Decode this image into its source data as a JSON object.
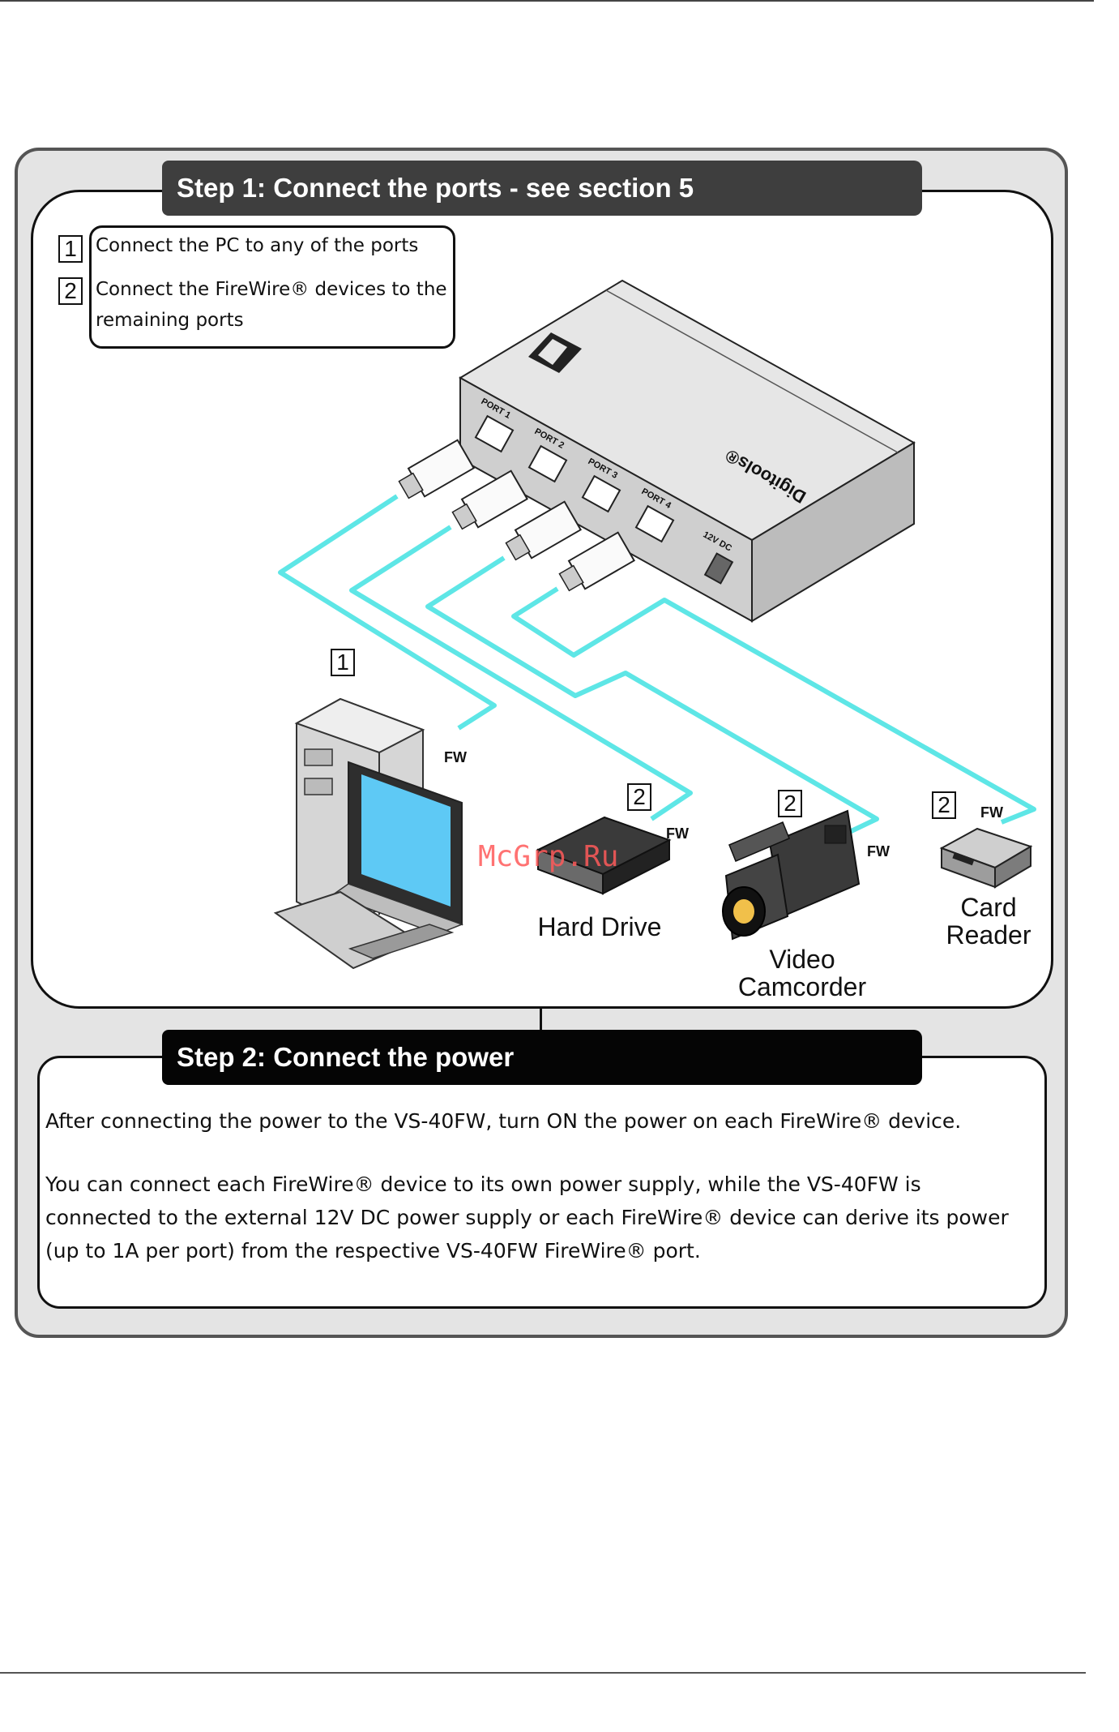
{
  "step1": {
    "title": "Step 1: Connect the ports - see section 5",
    "instructions": [
      {
        "num": "1",
        "text": "Connect the PC to any of the ports"
      },
      {
        "num": "2",
        "text_line1": "Connect the FireWire® devices to the",
        "text_line2": "remaining ports"
      }
    ]
  },
  "device": {
    "brand_text": "Digitools®",
    "ports": [
      "PORT 1",
      "PORT 2",
      "PORT 3",
      "PORT 4"
    ],
    "power_label": "12V DC"
  },
  "callouts": {
    "pc_num": "1",
    "hdd_num": "2",
    "cam_num": "2",
    "card_num": "2",
    "fw": "FW"
  },
  "labels": {
    "hard_drive": "Hard Drive",
    "video_line1": "Video",
    "video_line2": "Camcorder",
    "card_line1": "Card",
    "card_line2": "Reader"
  },
  "watermark": "McGrp.Ru",
  "step2": {
    "title": "Step 2: Connect the power",
    "para1": "After connecting the power to the VS-40FW, turn ON the power on each FireWire® device.",
    "para2_line1": "You can connect each FireWire® device to its own power supply, while the VS-40FW is",
    "para2_line2": "connected to the external 12V DC power supply or each FireWire® device can derive its power",
    "para2_line3": "(up to 1A per port) from the respective VS-40FW FireWire® port."
  },
  "colors": {
    "cable": "#5ee6e6",
    "banner1": "#3e3e3e",
    "banner2": "#050505",
    "outer_bg": "#e4e4e4"
  }
}
